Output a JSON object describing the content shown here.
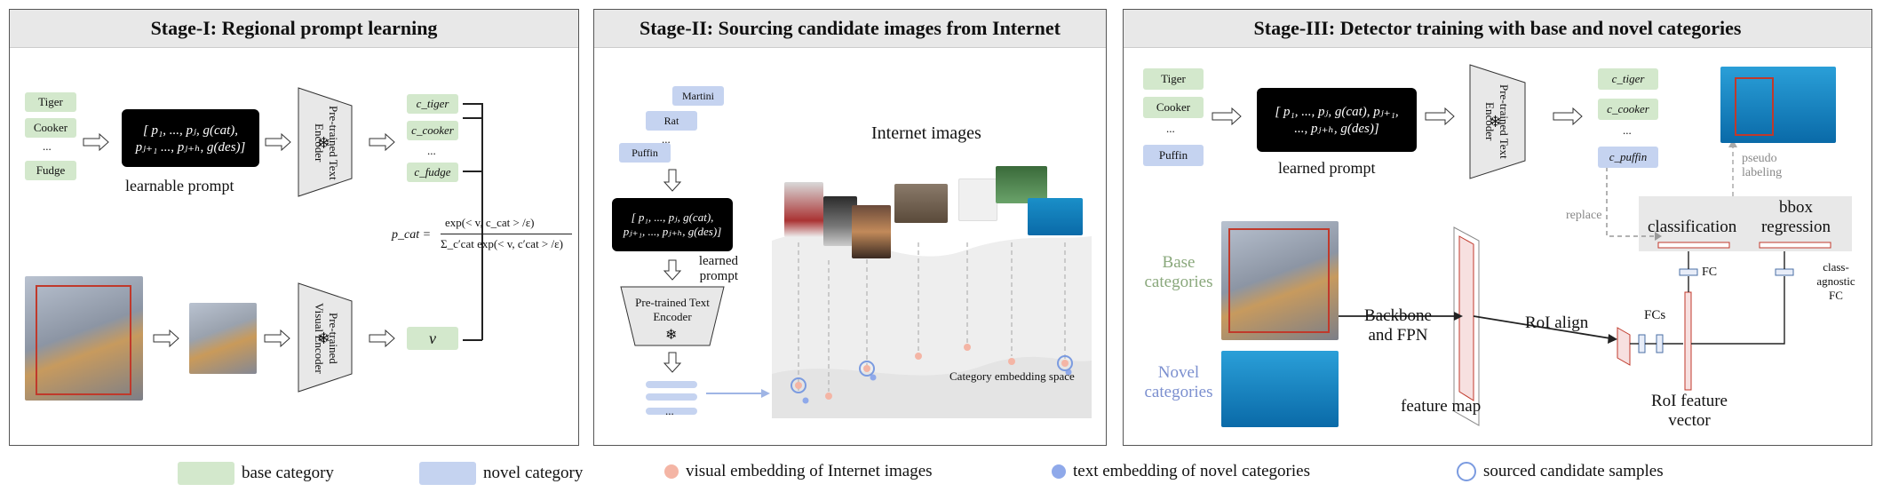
{
  "colors": {
    "base": "#d3e8cc",
    "novel": "#c5d3f0",
    "visual_dot": "#f4b5a5",
    "text_dot": "#8fa9ea",
    "ring": "#7b9be0",
    "bbox": "#c0392b"
  },
  "stage1": {
    "title": "Stage-I: Regional prompt learning",
    "categories": [
      "Tiger",
      "Cooker",
      "...",
      "Fudge"
    ],
    "prompt_line1": "[ p₁, ..., pⱼ, g(cat),",
    "prompt_line2": "pⱼ₊₁ ..., pⱼ₊ₕ, g(des)]",
    "prompt_caption": "learnable prompt",
    "text_encoder": "Pre-trained Text Encoder",
    "visual_encoder": "Pre-trained Visual Encoder",
    "outputs": [
      "c_tiger",
      "c_cooker",
      "...",
      "c_fudge"
    ],
    "v_label": "v",
    "formula_lhs": "p_cat =",
    "formula_num": "exp(< v, c_cat > /ε)",
    "formula_den": "Σ_c′cat exp(< v, c′cat > /ε)"
  },
  "stage2": {
    "title": "Stage-II: Sourcing candidate images from Internet",
    "novel": [
      "Martini",
      "Rat",
      "...",
      "Puffin"
    ],
    "prompt_line1": "[ p₁, ..., pⱼ, g(cat),",
    "prompt_line2": "pⱼ₊₁, ..., pⱼ₊ₕ, g(des)]",
    "prompt_caption": "learned prompt",
    "encoder": "Pre-trained Text Encoder",
    "emb_dots": "...",
    "internet_label": "Internet images",
    "space_label": "Category embedding space"
  },
  "stage3": {
    "title": "Stage-III: Detector training with base and novel categories",
    "categories": [
      "Tiger",
      "Cooker",
      "...",
      "Puffin"
    ],
    "prompt_line1": "[ p₁, ..., pⱼ, g(cat), pⱼ₊₁,",
    "prompt_line2": "..., pⱼ₊ₕ, g(des)]",
    "prompt_caption": "learned prompt",
    "encoder": "Pre-trained Text Encoder",
    "outputs": [
      "c_tiger",
      "c_cooker",
      "...",
      "c_puffin"
    ],
    "base_label": "Base categories",
    "novel_label": "Novel categories",
    "backbone": "Backbone and FPN",
    "feature_map": "feature map",
    "roi_align": "RoI align",
    "fcs": "FCs",
    "roi_vector": "RoI feature vector",
    "classification": "classification",
    "bbox_regression": "bbox regression",
    "fc": "FC",
    "class_agnostic": "class-agnostic FC",
    "replace": "replace",
    "pseudo": "pseudo labeling"
  },
  "legend": {
    "base": "base category",
    "novel": "novel category",
    "visual": "visual embedding of Internet images",
    "text": "text embedding of novel categories",
    "sourced": "sourced candidate samples"
  }
}
